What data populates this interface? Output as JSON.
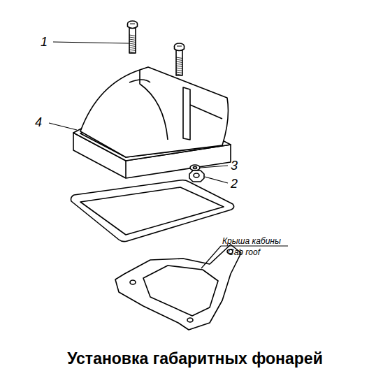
{
  "diagram": {
    "title": "Установка габаритных фонарей",
    "labels": [
      "1",
      "4",
      "3",
      "2",
      "Крыша кабины",
      "Cab roof"
    ]
  }
}
